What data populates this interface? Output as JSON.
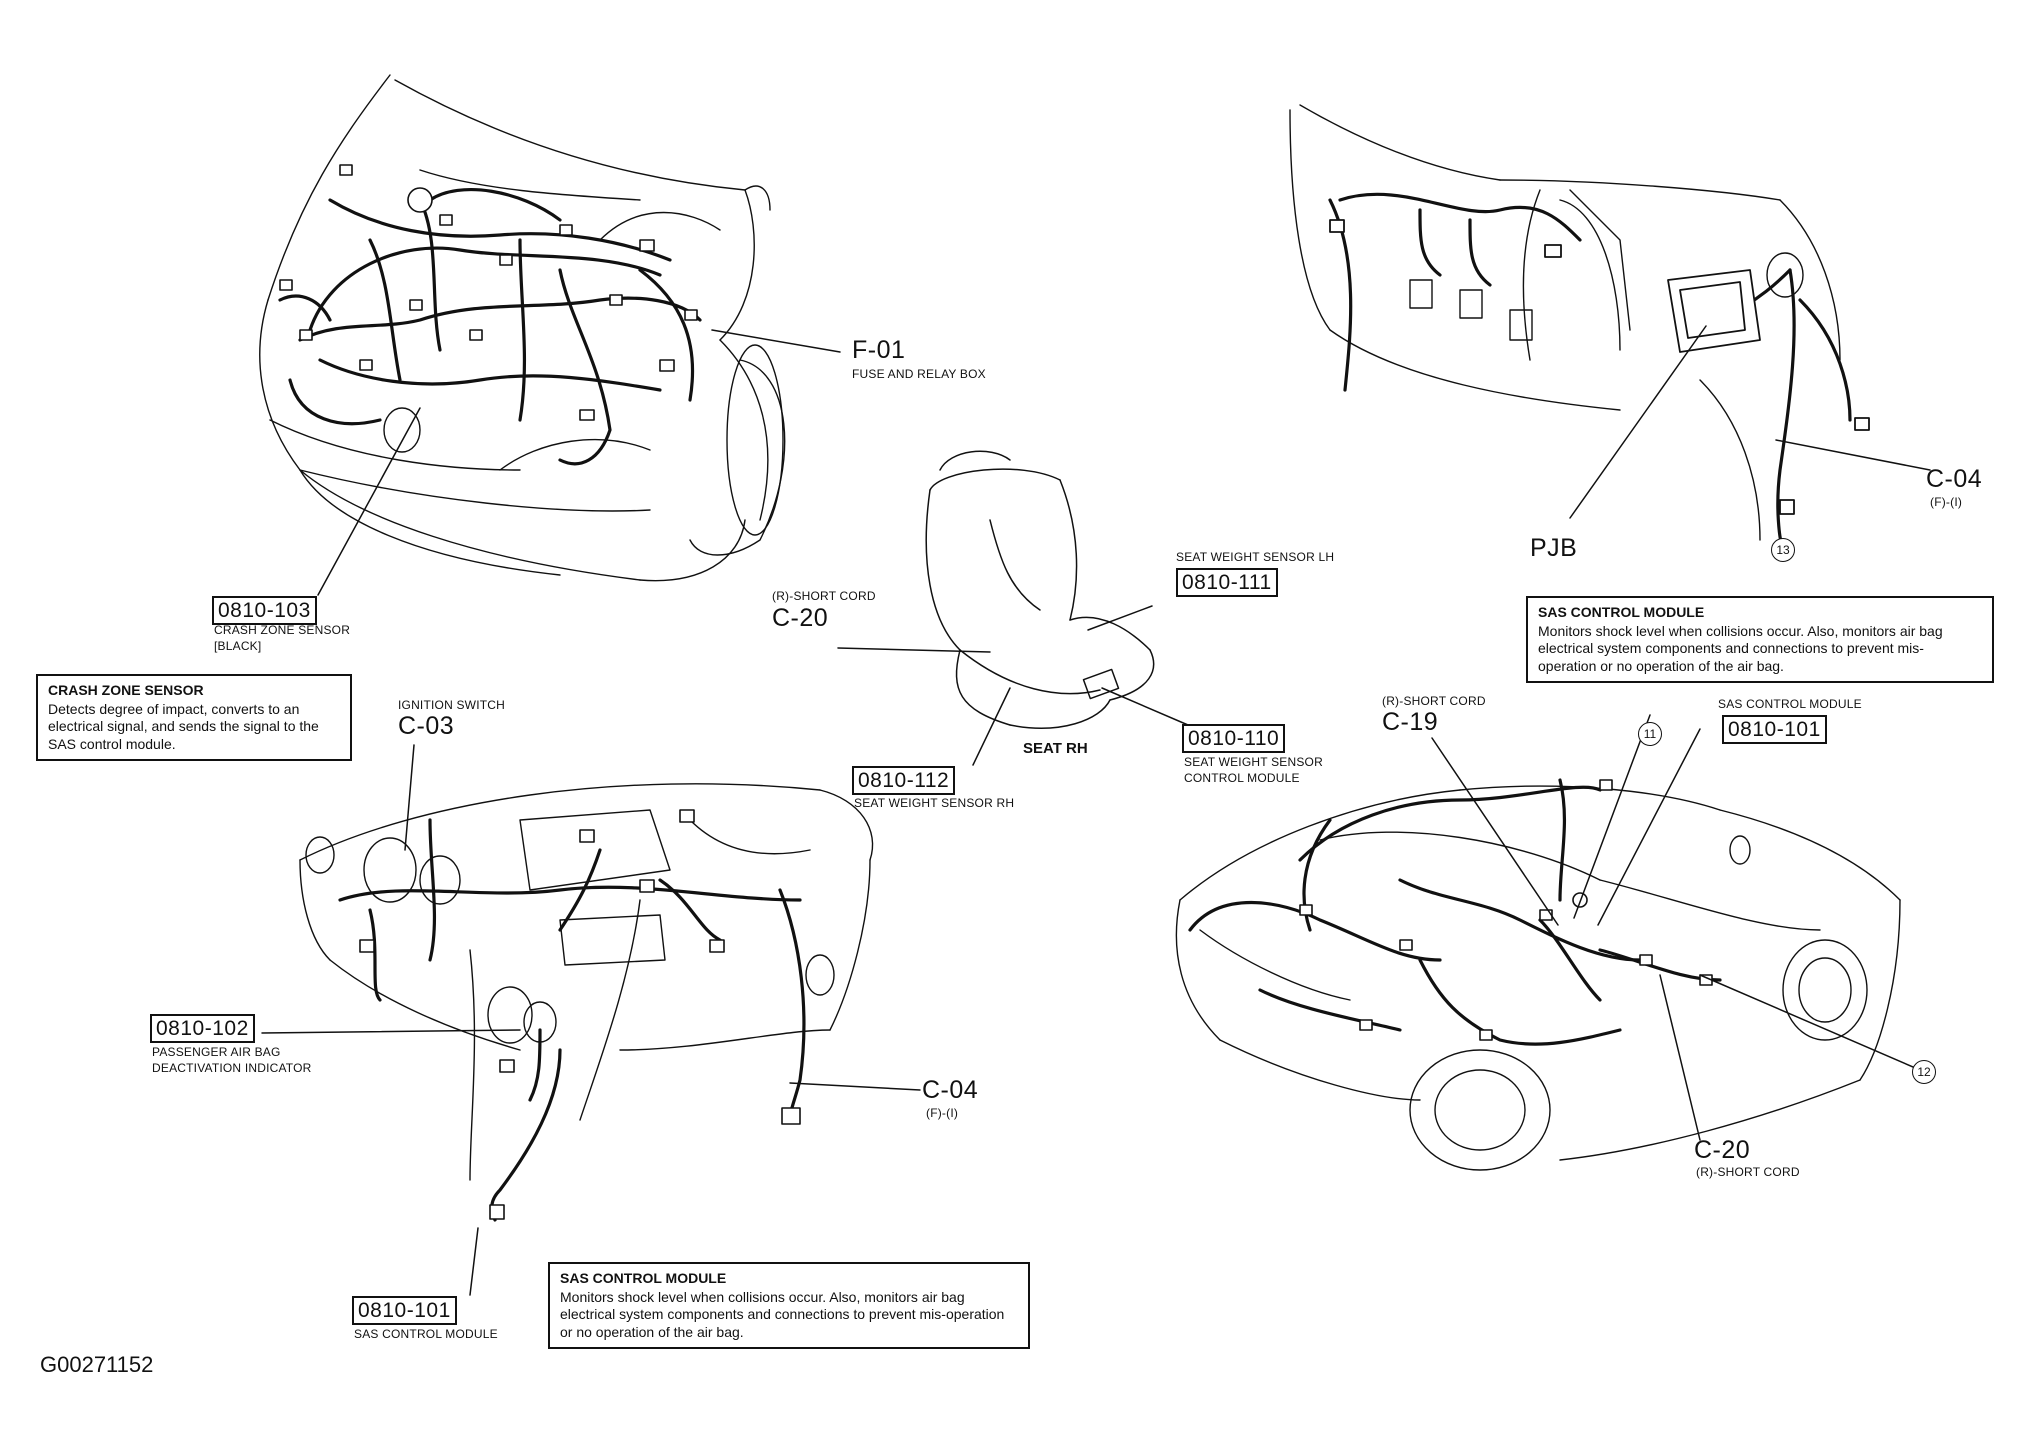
{
  "codes": {
    "f01": "F-01",
    "c04a": "C-04",
    "c04b": "C-04",
    "c20a": "C-20",
    "c20b": "C-20",
    "c19": "C-19",
    "c03": "C-03",
    "pjb": "PJB"
  },
  "small": {
    "fuse_relay": "FUSE AND RELAY BOX",
    "fi_a": "(F)-(I)",
    "fi_b": "(F)-(I)",
    "crash_sensor": "CRASH ZONE SENSOR",
    "black": "[BLACK]",
    "seat_lh": "SEAT WEIGHT SENSOR LH",
    "rshort_a": "(R)-SHORT CORD",
    "rshort_b": "(R)-SHORT CORD",
    "rshort_c": "(R)-SHORT CORD",
    "ign": "IGNITION SWITCH",
    "sas_mod_a": "SAS CONTROL MODULE",
    "sas_mod_b": "SAS CONTROL MODULE",
    "swscm1": "SEAT WEIGHT SENSOR",
    "swscm2": "CONTROL MODULE",
    "seat_rh": "SEAT WEIGHT SENSOR RH",
    "pab1": "PASSENGER AIR BAG",
    "pab2": "DEACTIVATION INDICATOR"
  },
  "boxes": {
    "b103": "0810-103",
    "b111": "0810-111",
    "b110": "0810-110",
    "b112": "0810-112",
    "b101a": "0810-101",
    "b101b": "0810-101",
    "b102": "0810-102"
  },
  "seat_label": "SEAT RH",
  "circles": {
    "c11": "11",
    "c12": "12",
    "c13": "13"
  },
  "figure_id": "G00271152",
  "notes": {
    "crash": {
      "title": "CRASH ZONE SENSOR",
      "body": "Detects degree of impact, converts to an electrical signal, and sends the signal to the SAS control module."
    },
    "sas_top": {
      "title": "SAS CONTROL MODULE",
      "body": "Monitors shock level when collisions occur. Also, monitors air bag electrical system components and connections to prevent mis-operation or no operation of the air bag."
    },
    "sas_bottom": {
      "title": "SAS CONTROL MODULE",
      "body": "Monitors shock level when collisions occur. Also, monitors air bag electrical system components and connections to prevent mis-operation or no operation of the air bag."
    }
  }
}
